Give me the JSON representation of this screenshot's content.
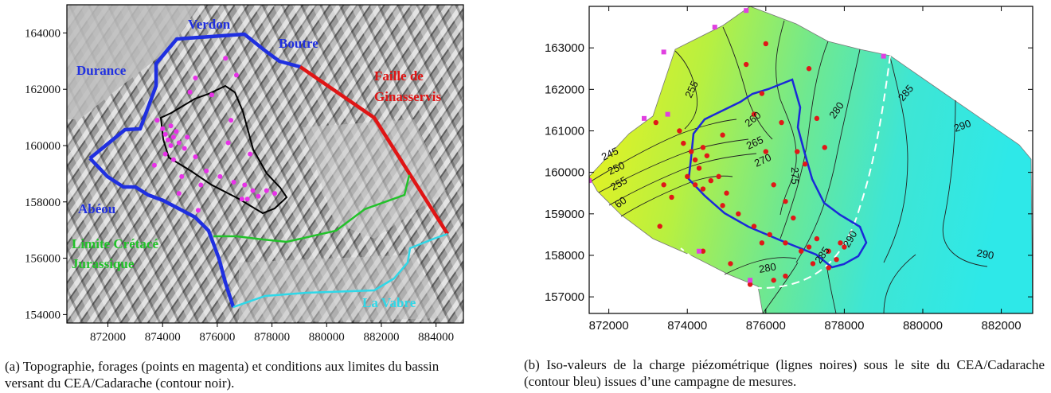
{
  "figure_a": {
    "caption": "(a) Topographie, forages (points en magenta) et conditions aux limites du bassin versant du CEA/Cadarache (contour noir).",
    "x_ticks": [
      "872000",
      "874000",
      "876000",
      "878000",
      "880000",
      "882000",
      "884000"
    ],
    "y_ticks": [
      "164000",
      "162000",
      "160000",
      "158000",
      "156000",
      "154000"
    ],
    "labels": {
      "verdon": "Verdon",
      "boutre": "Boutre",
      "durance": "Durance",
      "faille_1": "Faille de",
      "faille_2": "Ginasservis",
      "abeou": "Abéou",
      "limite_1": "Limite Crétacé",
      "limite_2": "Jurassique",
      "vabre": "La Vabre"
    },
    "colors": {
      "river": "#1f2fe0",
      "fault": "#e01515",
      "limit": "#22c22a",
      "vabre": "#2fd8e8",
      "wells": "#e830e8",
      "basin": "#000000"
    }
  },
  "figure_b": {
    "caption": "(b) Iso-valeurs de la charge piézométrique (lignes noires) sous le site du CEA/Cadarache (contour bleu) issues d’une campagne de mesures.",
    "x_ticks": [
      "872000",
      "874000",
      "876000",
      "878000",
      "880000",
      "882000"
    ],
    "y_ticks": [
      "163000",
      "162000",
      "161000",
      "160000",
      "159000",
      "158000",
      "157000"
    ],
    "contour_labels": [
      "245",
      "250",
      "255",
      "60",
      "255",
      "260",
      "265",
      "270",
      "275",
      "280",
      "285",
      "290",
      "280",
      "285",
      "290",
      "290"
    ],
    "colors": {
      "site": "#1a2ad8",
      "wells": "#e01818",
      "boundary_points": "#e040e0"
    }
  },
  "chart_data": [
    {
      "type": "scatter",
      "title": "",
      "xlabel": "",
      "ylabel": "",
      "xlim": [
        870500,
        885000
      ],
      "ylim": [
        153700,
        165000
      ],
      "series": [
        {
          "values": [
            [
              873800,
              160900
            ],
            [
              874000,
              160600
            ],
            [
              874100,
              160400
            ],
            [
              874200,
              160200
            ],
            [
              874300,
              160000
            ],
            [
              874400,
              160300
            ],
            [
              874500,
              160500
            ],
            [
              874300,
              160700
            ],
            [
              874600,
              160100
            ],
            [
              874800,
              159900
            ],
            [
              874100,
              159700
            ],
            [
              874900,
              160300
            ],
            [
              875200,
              159600
            ],
            [
              875600,
              159100
            ],
            [
              876100,
              158900
            ],
            [
              876600,
              158700
            ],
            [
              877000,
              158600
            ],
            [
              877300,
              158400
            ],
            [
              877500,
              158200
            ],
            [
              877800,
              158400
            ],
            [
              876400,
              160100
            ],
            [
              875800,
              161800
            ],
            [
              875200,
              162400
            ],
            [
              876700,
              162500
            ],
            [
              875400,
              158600
            ],
            [
              873700,
              159300
            ],
            [
              874600,
              158300
            ],
            [
              875300,
              157700
            ],
            [
              876900,
              158100
            ],
            [
              875000,
              161900
            ],
            [
              876500,
              160900
            ],
            [
              877200,
              159700
            ],
            [
              877100,
              158100
            ],
            [
              878100,
              158300
            ],
            [
              874400,
              159500
            ],
            [
              874700,
              158900
            ],
            [
              876300,
              163100
            ]
          ]
        }
      ]
    },
    {
      "type": "scatter",
      "title": "",
      "xlabel": "",
      "ylabel": "",
      "xlim": [
        871500,
        882800
      ],
      "ylim": [
        156600,
        164000
      ],
      "series": [
        {
          "values": [
            [
              873200,
              161200
            ],
            [
              873800,
              161000
            ],
            [
              873900,
              160700
            ],
            [
              874100,
              160500
            ],
            [
              874200,
              160300
            ],
            [
              874300,
              160100
            ],
            [
              874400,
              160600
            ],
            [
              874500,
              160400
            ],
            [
              874000,
              159900
            ],
            [
              874200,
              159700
            ],
            [
              874400,
              159600
            ],
            [
              874600,
              159800
            ],
            [
              874800,
              159900
            ],
            [
              875000,
              159500
            ],
            [
              875300,
              159000
            ],
            [
              875700,
              158700
            ],
            [
              876100,
              158500
            ],
            [
              876500,
              158300
            ],
            [
              876900,
              158100
            ],
            [
              877100,
              158200
            ],
            [
              877300,
              158400
            ],
            [
              877600,
              158100
            ],
            [
              877900,
              158300
            ],
            [
              876200,
              159700
            ],
            [
              876500,
              159300
            ],
            [
              876700,
              158900
            ],
            [
              876000,
              160500
            ],
            [
              876400,
              161200
            ],
            [
              877300,
              161300
            ],
            [
              877100,
              162500
            ],
            [
              876000,
              163100
            ],
            [
              875500,
              162600
            ],
            [
              875900,
              161900
            ],
            [
              874900,
              160900
            ],
            [
              873400,
              159700
            ],
            [
              873600,
              159400
            ],
            [
              874900,
              159200
            ],
            [
              875900,
              158300
            ],
            [
              876500,
              157500
            ],
            [
              877200,
              157800
            ],
            [
              877800,
              157900
            ],
            [
              878000,
              158200
            ],
            [
              877600,
              157700
            ],
            [
              877000,
              160200
            ],
            [
              875700,
              161400
            ],
            [
              873300,
              158700
            ],
            [
              874400,
              158100
            ],
            [
              875100,
              157800
            ],
            [
              876200,
              157400
            ],
            [
              875600,
              157300
            ],
            [
              876800,
              160500
            ],
            [
              877500,
              160600
            ]
          ]
        },
        {
          "values": [
            [
              871500,
              159800
            ],
            [
              872900,
              161300
            ],
            [
              873500,
              161400
            ],
            [
              873400,
              162900
            ],
            [
              874700,
              163500
            ],
            [
              875500,
              163900
            ],
            [
              879000,
              162800
            ],
            [
              874300,
              158100
            ],
            [
              875600,
              157400
            ]
          ]
        }
      ]
    }
  ]
}
